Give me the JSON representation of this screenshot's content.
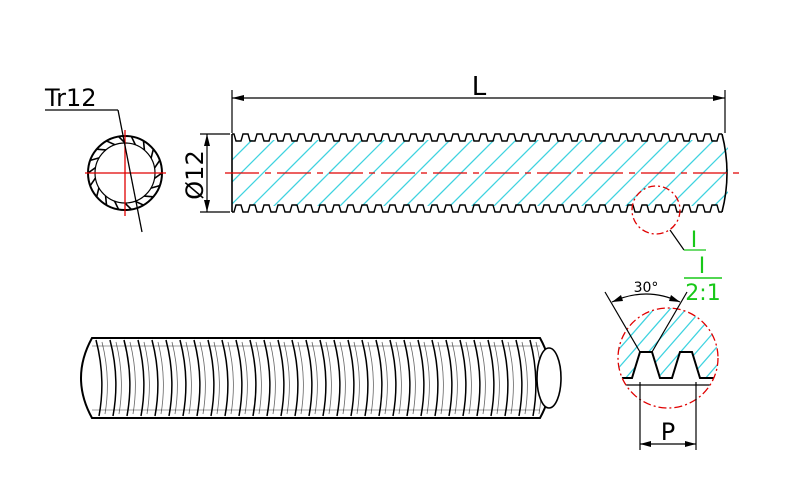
{
  "labels": {
    "thread_spec": "Tr12",
    "length": "L",
    "diameter": "Ø12",
    "detail_ref": "I",
    "detail_title": "I",
    "detail_scale": "2:1",
    "thread_angle": "30°",
    "pitch": "P"
  },
  "colors": {
    "outline": "#000000",
    "hatch": "#3fd3e0",
    "center_line": "#e00000",
    "detail_text": "#18c818"
  }
}
